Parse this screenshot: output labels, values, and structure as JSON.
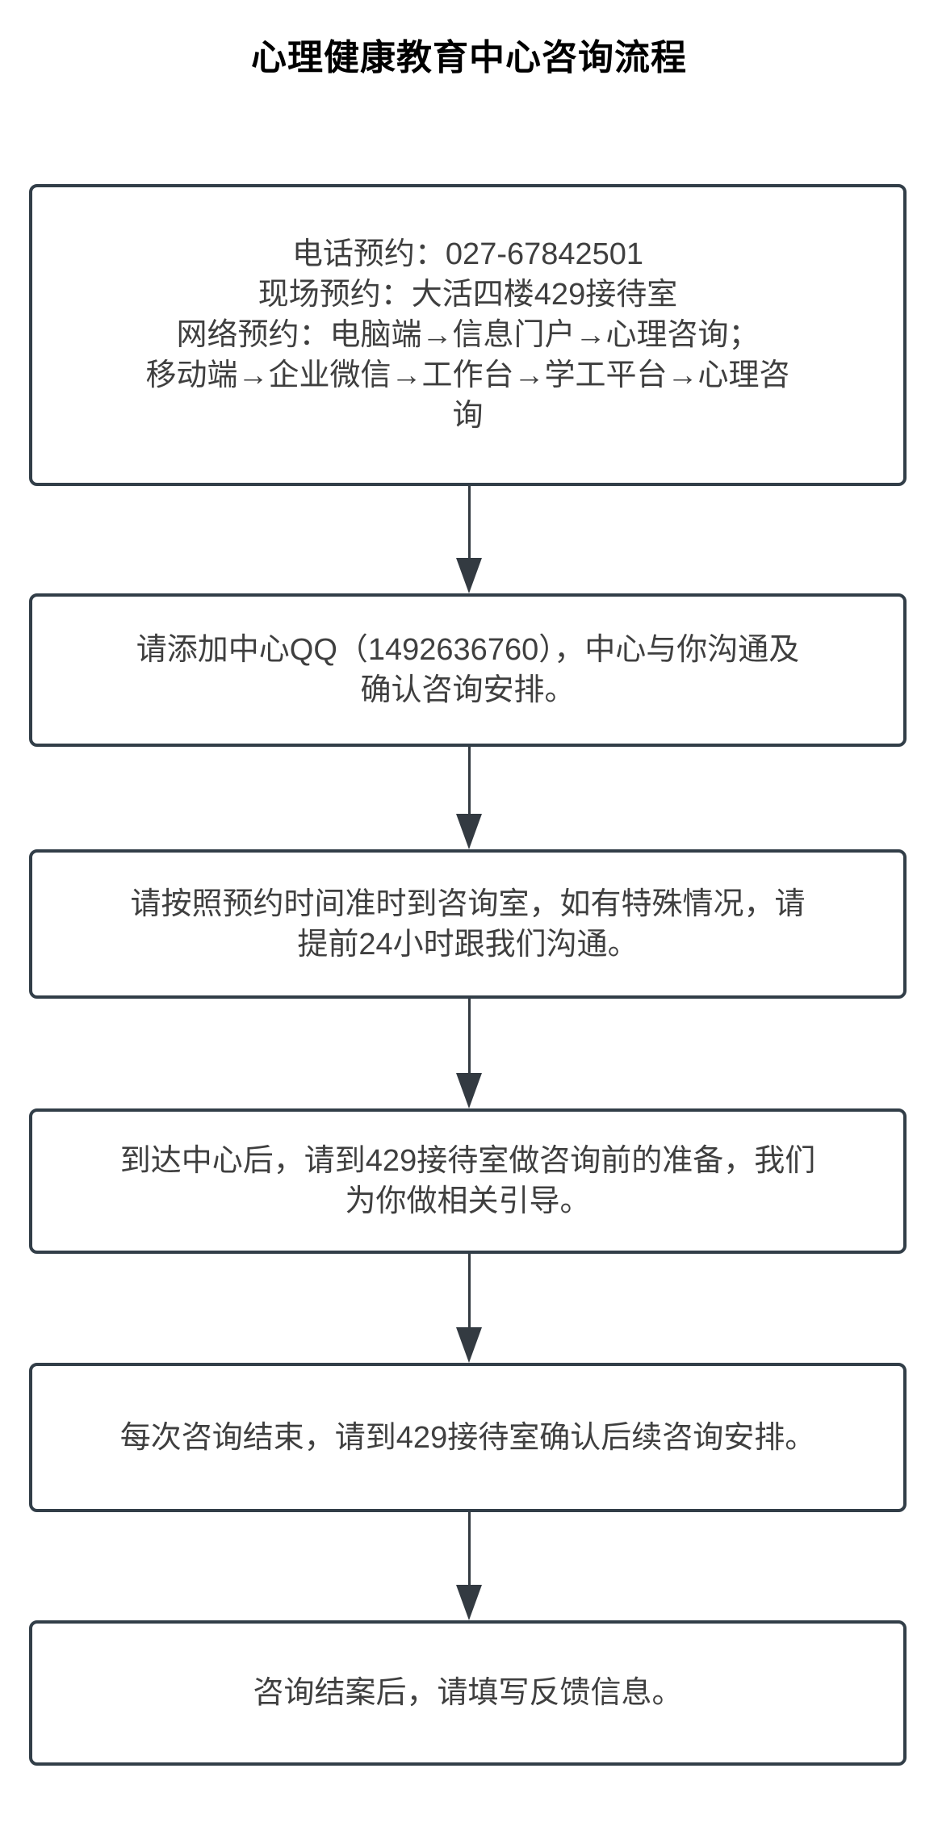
{
  "page": {
    "title": "心理健康教育中心咨询流程"
  },
  "theme": {
    "background": "#ffffff",
    "box_border": "#323e48",
    "box_text": "#3f3f3f",
    "arrow": "#333a41",
    "title_text": "#000000"
  },
  "flowchart": {
    "steps": [
      {
        "name": "appointment-channels",
        "lines": [
          "电话预约：027-67842501",
          "现场预约：大活四楼429接待室",
          "网络预约：电脑端→信息门户→心理咨询；",
          "移动端→企业微信→工作台→学工平台→心理咨",
          "询"
        ]
      },
      {
        "name": "add-center-qq",
        "lines": [
          "请添加中心QQ（1492636760），中心与你沟通及",
          "确认咨询安排。"
        ]
      },
      {
        "name": "arrive-on-time",
        "lines": [
          "请按照预约时间准时到咨询室，如有特殊情况，请",
          "提前24小时跟我们沟通。"
        ]
      },
      {
        "name": "pre-consult-preparation",
        "lines": [
          "到达中心后，请到429接待室做咨询前的准备，我们",
          "为你做相关引导。"
        ]
      },
      {
        "name": "confirm-followup",
        "lines": [
          "每次咨询结束，请到429接待室确认后续咨询安排。"
        ]
      },
      {
        "name": "feedback",
        "lines": [
          "咨询结案后，请填写反馈信息。"
        ]
      }
    ]
  }
}
